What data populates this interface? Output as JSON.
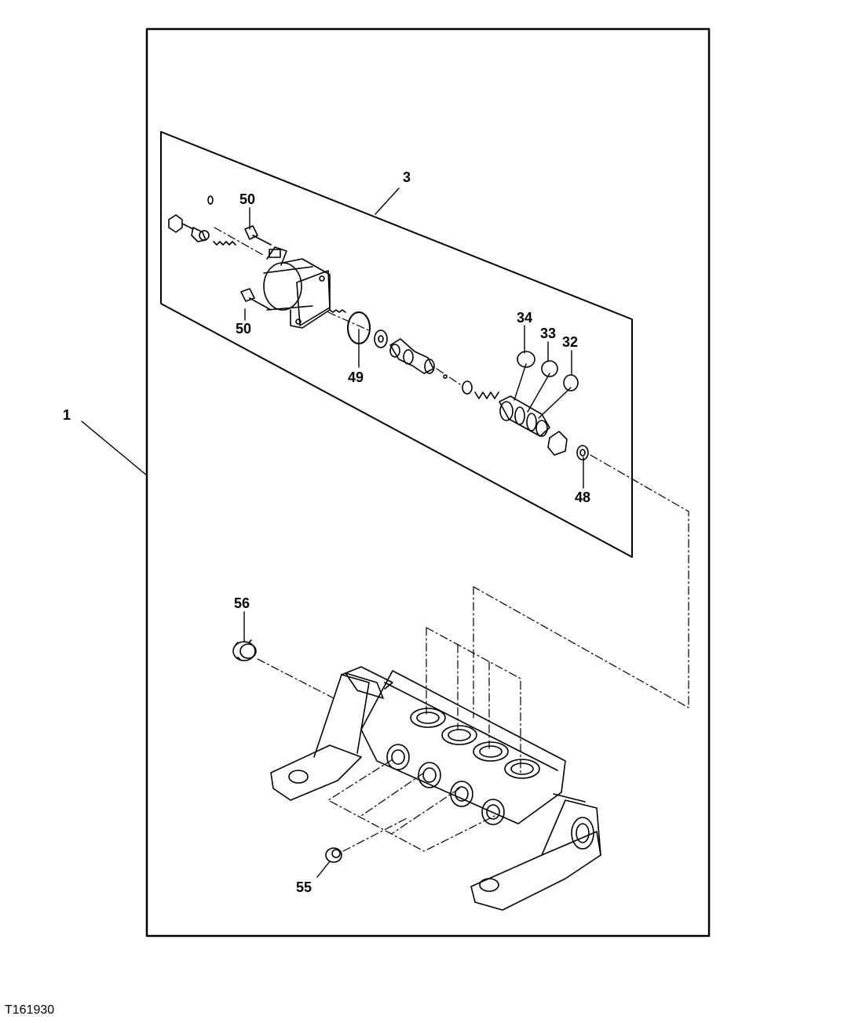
{
  "figure_id": "T161930",
  "callouts": {
    "c1": "1",
    "c3": "3",
    "c50a": "50",
    "c50b": "50",
    "c49": "49",
    "c34": "34",
    "c33": "33",
    "c32": "32",
    "c48": "48",
    "c56": "56",
    "c55": "55"
  },
  "colors": {
    "ink": "#000000",
    "paper": "#ffffff"
  }
}
